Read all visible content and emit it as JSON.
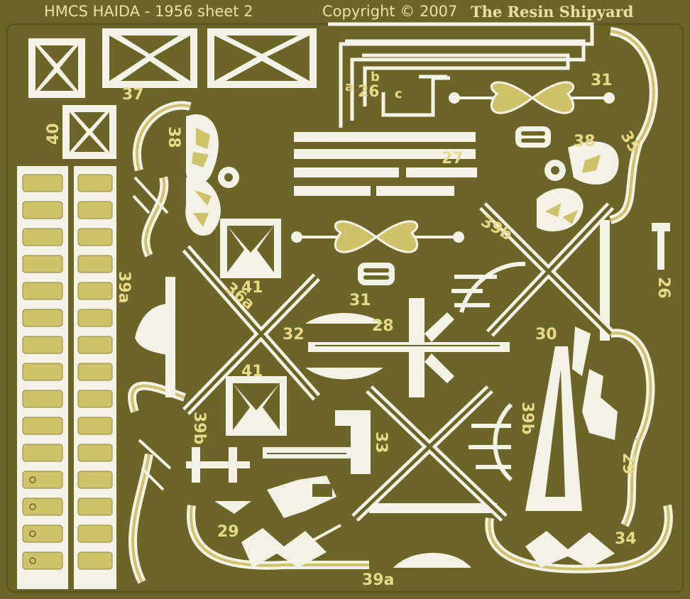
{
  "sheet": {
    "title": "HMCS HAIDA - 1956  sheet 2",
    "copyright": "Copyright © 2007",
    "maker": "The Resin Shipyard"
  },
  "labels": {
    "p37": "37",
    "p40": "40",
    "p38a": "38",
    "p38b": "38",
    "p35": "35",
    "p31a": "31",
    "p31b": "31",
    "p27": "27",
    "p26": "26",
    "p26abc_b": "b",
    "p26abc_a": "a",
    "p26abc_n": "26",
    "p26abc_c": "c",
    "p39a_side": "39a",
    "p39a_bottom": "39a",
    "p39b_top": "39b",
    "p39b_right": "39b",
    "p39b_left": "39b",
    "p41a": "41",
    "p41b": "41",
    "p36a": "36a",
    "p32": "32",
    "p28": "28",
    "p30": "30",
    "p29a": "29",
    "p29b": "29",
    "p33": "33",
    "p34": "34"
  },
  "colors": {
    "brass": "#6b6628",
    "gold_part": "#cfc36a",
    "gap": "#f4f1e6",
    "label": "#e6d98a"
  }
}
